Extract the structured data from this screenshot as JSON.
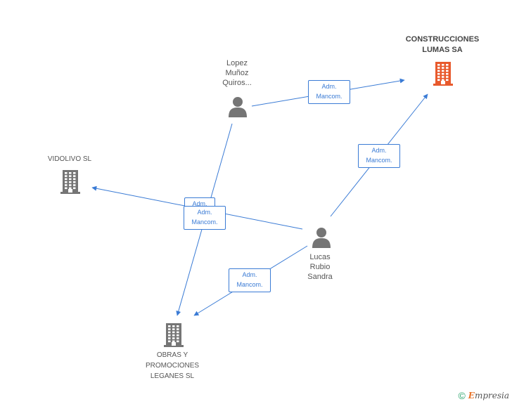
{
  "colors": {
    "edge": "#3a7bd5",
    "main_company": "#e8592c",
    "company": "#757575",
    "person": "#757575"
  },
  "nodes": [
    {
      "id": "construcciones",
      "type": "company",
      "main": true,
      "label": "CONSTRUCCIONES\nLUMAS SA",
      "icon": "building-icon"
    },
    {
      "id": "lopez",
      "type": "person",
      "label": "Lopez\nMuñoz\nQuiros...",
      "icon": "person-icon"
    },
    {
      "id": "vidolivo",
      "type": "company",
      "label": "VIDOLIVO SL",
      "icon": "building-icon"
    },
    {
      "id": "lucas",
      "type": "person",
      "label": "Lucas\nRubio\nSandra",
      "icon": "person-icon"
    },
    {
      "id": "obras",
      "type": "company",
      "label": "OBRAS Y\nPROMOCIONES\nLEGANES SL",
      "icon": "building-icon"
    }
  ],
  "edges": [
    {
      "from": "lopez",
      "to": "construcciones",
      "label": "Adm.\nMancom."
    },
    {
      "from": "lucas",
      "to": "construcciones",
      "label": "Adm.\nMancom."
    },
    {
      "from": "lucas",
      "to": "vidolivo",
      "label": "Adm.\nUnico"
    },
    {
      "from": "lopez",
      "to": "obras",
      "label": "Adm.\nMancom."
    },
    {
      "from": "lucas",
      "to": "obras",
      "label": "Adm.\nMancom."
    }
  ],
  "footer": {
    "copyright": "©",
    "brand_first": "E",
    "brand_rest": "mpresia"
  }
}
